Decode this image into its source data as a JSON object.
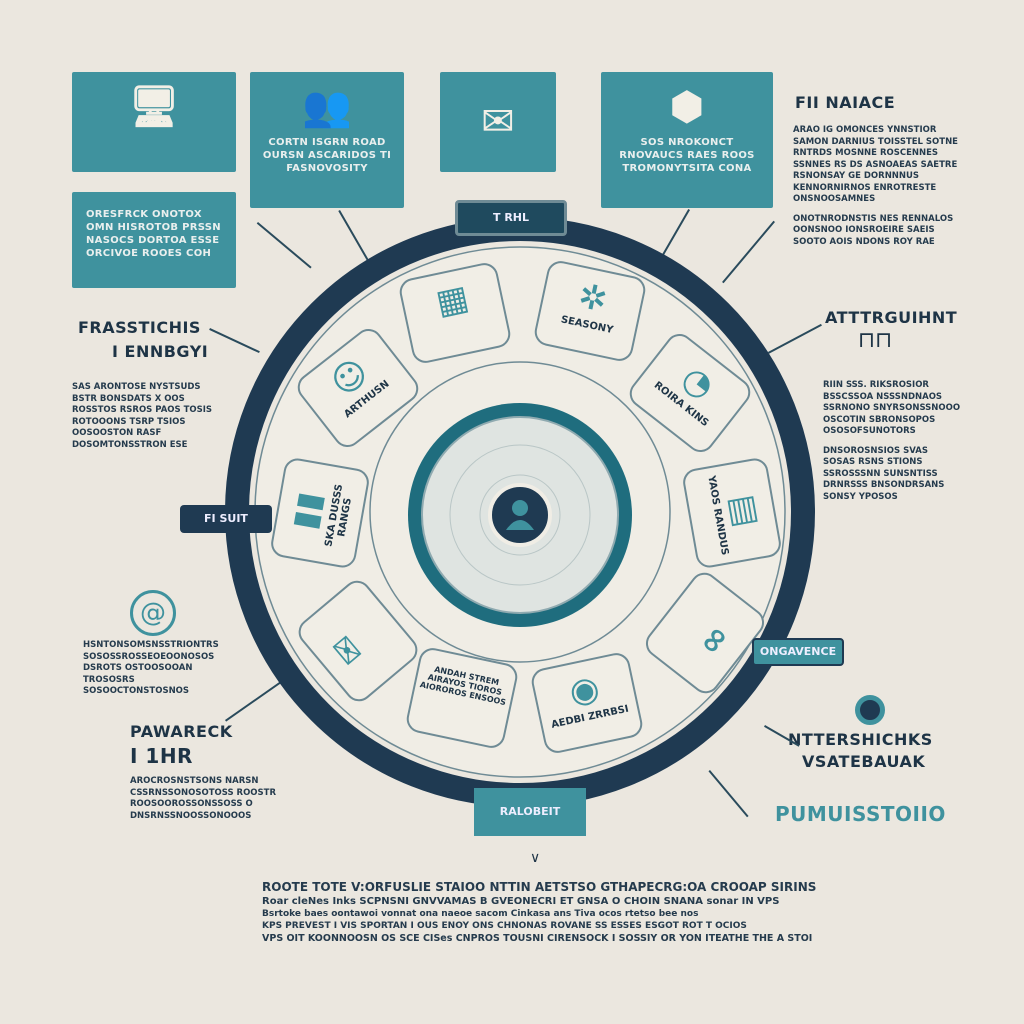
{
  "cards": [
    {
      "icon": "office-desk-icon",
      "text": ""
    },
    {
      "icon": "people-icon",
      "text": "CORTN ISGRN ROAD OURSN ASCARIDOS TI FASNOVOSITY"
    },
    {
      "icon": "envelope-icon",
      "text": ""
    },
    {
      "icon": "hand-box-icon",
      "text": "SOS NROKONCT RNOVAUCS RAES ROOS TROMONYTSITA CONA"
    },
    {
      "icon": "",
      "text": "ORESFRCK ONOTOX OMN HISROTOB PRSSN NASOCS DORTOA ESSE ORCIVOE ROOES COH"
    }
  ],
  "right_top": {
    "title": "FII NAIACE",
    "para1": "ARAO IG OMONCES YNNSTIOR SAMON DARNIUS TOISSTEL SOTNE RNTRDS MOSNNE ROSCENNES SSNNES RS DS ASNOAEAS SAETRE RSNONSAY GE DORNNNUS KENNORNIRNOS ENROTRESTE ONSNOOSAMNES",
    "para2": "ONOTNRODNSTIS NES RENNALOS OONSNOO IONSROEIRE SAEIS SOOTO AOIS NDONS ROY RAE"
  },
  "left_mid": {
    "title": "FRASSTICHIS",
    "subtitle": "I ENNBGYI",
    "para": "SAS ARONTOSE NYSTSUDS BSTR BONSDATS X OOS ROSSTOS RSROS PAOS TOSIS ROTOOONS TSRP TSIOS OOSOOSTON RASF DOSOMTONSSTRON ESE"
  },
  "right_mid": {
    "title": "ATTTRGUIHNT",
    "para1": "RIIN SSS. RIKSROSIOR BSSCSSOA NSSSNDNAOS SSRNONO SNYRSONSSNOOO OSCOTIN SBRONSOPOS OSOSOFSUNOTORS",
    "para2": "DNSOROSNSIOS SVAS SOSAS RSNS STIONS SSROSSSNN SUNSNTISS DRNRSSS BNSONDRSANS SONSY YPOSOS"
  },
  "left_low": {
    "para": "HSNTONSOMSNSSTRIONTRS SOSOSSROSSEOEOONOSOS DSROTS OSTOOSOOAN TROSOSRS SOSOOCTONSTOSNOS"
  },
  "left_bottom": {
    "title": "PAWARECK",
    "subtitle": "I 1HR",
    "para": "AROCROSNSTSONS NARSN CSSRNSSONOSOTOSS ROOSTR ROOSOOROSSONSSOSS O DNSRNSSNOOSSONOOOS"
  },
  "right_bottom": {
    "title": "NTTERSHICHKS",
    "subtitle": "VSATEBAUAK",
    "brand": "PUMUISSTOIIO"
  },
  "footer": [
    "ROOTE TOTE V:ORFUSLIE STAIOO NTTIN AETSTSO GTHAPECRG:OA CROOAP SIRINS",
    "Roar cleNes Inks SCPNSNI GNVVAMAS B GVEONECRI ET GNSA O CHOIN SNANA sonar IN VPS",
    "Bsrtoke baes oontawoi vonnat ona naeoe sacom Cinkasa ans Tiva ocos rtetso bee nos",
    "KPS PREVEST I VIS SPORTAN I OUS ENOY ONS CHNONAS ROVANE SS ESSES ESGOT ROT T OCIOS",
    "VPS OIT KOONNOOSN OS SCE CISes CNPROS TOUSNI CIRENSOCK I SOSSIY OR YON ITEATHE THE A STOI"
  ],
  "badges": {
    "top": "T RHL",
    "left": "FI SUIT",
    "right": "ONGAVENCE",
    "bottom": "RALOBEIT"
  },
  "tiles": [
    {
      "icon": "chart-grid-icon",
      "label": ""
    },
    {
      "icon": "bug-icon",
      "label": "SEASONY"
    },
    {
      "icon": "person-desk-icon",
      "label": "ARTHUSN"
    },
    {
      "icon": "pie-icon",
      "label": "ROIRA KINS"
    },
    {
      "icon": "bar-chart-icon",
      "label": "SKA DUSSS RANGS"
    },
    {
      "icon": "document-icon",
      "label": "YAOS RANDUS"
    },
    {
      "icon": "envelope-icon",
      "label": ""
    },
    {
      "icon": "link-icon",
      "label": ""
    },
    {
      "icon": "text-icon",
      "label": "ANDAH STREM AIRAYOS TIOROS AIOROROS ENSOOS"
    },
    {
      "icon": "eye-icon",
      "label": "AEDBI ZRRBSI"
    }
  ],
  "colors": {
    "teal": "#3f929e",
    "navy": "#1f3a52",
    "bg": "#ebe7df"
  }
}
